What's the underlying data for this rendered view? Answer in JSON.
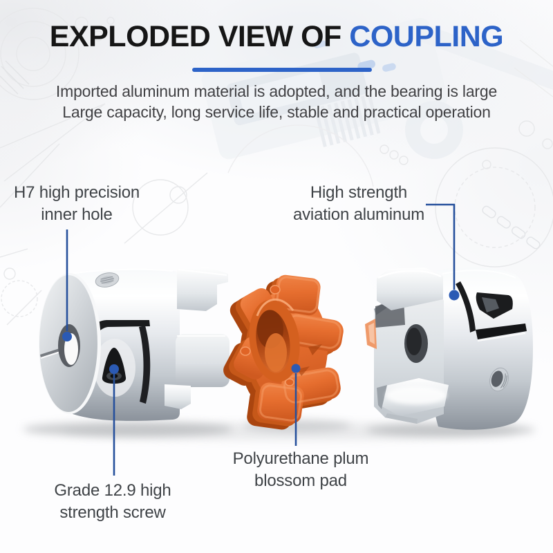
{
  "title": {
    "black_part": "EXPLODED VIEW OF ",
    "blue_part": "COUPLING"
  },
  "subtitle": {
    "line1": "Imported aluminum material is adopted, and the bearing is large",
    "line2": "Large capacity, long service life, stable and practical operation"
  },
  "labels": {
    "inner_hole": {
      "line1": "H7 high precision",
      "line2": "inner hole"
    },
    "aviation_aluminum": {
      "line1": "High strength",
      "line2": "aviation aluminum"
    },
    "screw": {
      "line1": "Grade 12.9 high",
      "line2": "strength screw"
    },
    "pad": {
      "line1": "Polyurethane plum",
      "line2": "blossom pad"
    }
  },
  "illustrations": {
    "left_part": "aluminum-clamp-hub-illustration",
    "center_part": "polyurethane-spider-illustration",
    "right_part": "aluminum-jaw-hub-illustration",
    "background": "faint-engineering-sketch"
  },
  "colors": {
    "accent_blue": "#2d63c8",
    "leader_blue": "#26509c",
    "dot_blue": "#2b5ab4",
    "title_color": "#161616",
    "subtitle_gray": "#414144",
    "text_gray": "#3f4347",
    "spider_orange": "#e66f30",
    "metal_gray": "#c7cbd0"
  }
}
